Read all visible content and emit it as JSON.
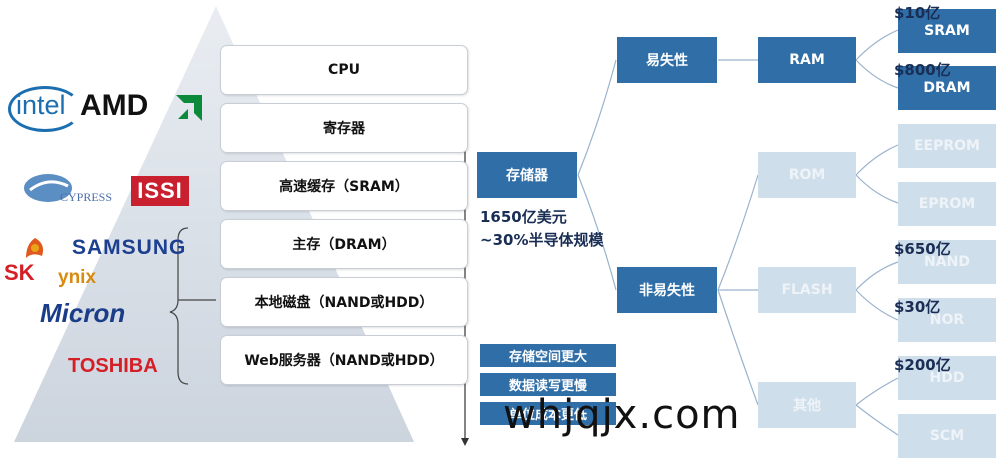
{
  "pyramid": {
    "layers": [
      "CPU",
      "寄存器",
      "高速缓存（SRAM）",
      "主存（DRAM）",
      "本地磁盘（NAND或HDD）",
      "Web服务器（NAND或HDD）"
    ]
  },
  "logos": {
    "intel": "intel",
    "amd": "AMD",
    "cypress": "CYPRESS",
    "issi": "ISSI",
    "sk": "SK",
    "ynix": "ynix",
    "samsung": "SAMSUNG",
    "micron": "Micron",
    "toshiba": "TOSHIBA"
  },
  "tree": {
    "root": "存储器",
    "volatile": "易失性",
    "nonvolatile": "非易失性",
    "ram": "RAM",
    "rom": "ROM",
    "flash": "FLASH",
    "other": "其他",
    "sram": "SRAM",
    "dram": "DRAM",
    "eeprom": "EEPROM",
    "eprom": "EPROM",
    "nand": "NAND",
    "nor": "NOR",
    "hdd": "HDD",
    "scm": "SCM"
  },
  "market": {
    "total": "1650亿美元",
    "share": "~30%半导体规模",
    "sram_value": "$10亿",
    "dram_value": "$800亿",
    "nand_value": "$650亿",
    "nor_value": "$30亿",
    "hdd_value": "$200亿"
  },
  "notes": [
    "存储空间更大",
    "数据读写更慢",
    "单位成本更低"
  ],
  "watermark": "whjqjx.com",
  "colors": {
    "node": "#2f6ea7",
    "faded_node": "#cfdeeb",
    "pyramid": "#d6dde6"
  }
}
